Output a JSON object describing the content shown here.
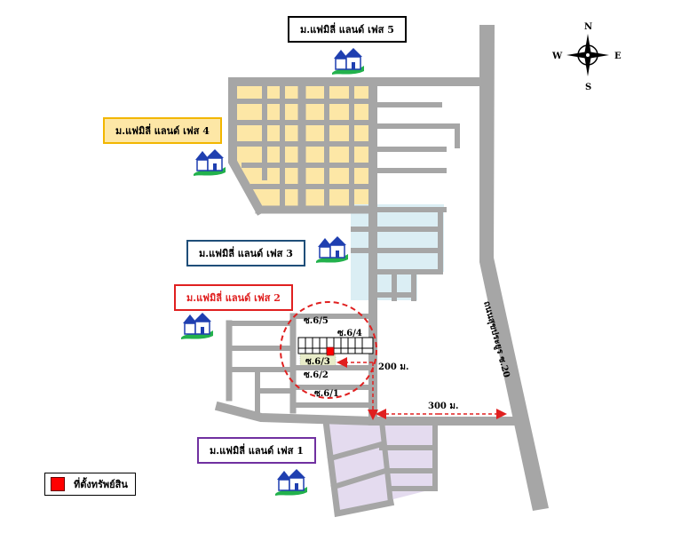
{
  "phases": [
    {
      "id": "phase5",
      "label": "ม.แฟมิลี่ แลนด์ เฟส 5",
      "border": "#000000"
    },
    {
      "id": "phase4",
      "label": "ม.แฟมิลี่ แลนด์ เฟส 4",
      "border": "#f2b600",
      "fill": "#fde7a6"
    },
    {
      "id": "phase3",
      "label": "ม.แฟมิลี่ แลนด์ เฟส 3",
      "border": "#1f4e79"
    },
    {
      "id": "phase2",
      "label": "ม.แฟมิลี่ แลนด์ เฟส 2",
      "border": "#e02020",
      "text_color": "#e02020"
    },
    {
      "id": "phase1",
      "label": "ม.แฟมิลี่ แลนด์ เฟส 1",
      "border": "#7030a0"
    }
  ],
  "compass": {
    "n": "N",
    "s": "S",
    "e": "E",
    "w": "W"
  },
  "sois": {
    "s5": "ซ.6/5",
    "s4": "ซ.6/4",
    "s3": "ซ.6/3",
    "s2": "ซ.6/2",
    "s1": "ซ.6/1"
  },
  "road_label": "ถนนสุขประยูร ซ.20",
  "distances": {
    "d200": "200 ม.",
    "d300": "300 ม."
  },
  "legend": {
    "label": "ที่ตั้งทรัพย์สิน",
    "color": "#ff0000"
  },
  "colors": {
    "road": "#a6a6a6",
    "phase4_fill": "#fde7a6",
    "phase3_fill": "#dbeef4",
    "phase1_fill": "#e4dbef",
    "dash": "#e02020"
  },
  "icons": [
    "house-icon",
    "compass-icon"
  ]
}
